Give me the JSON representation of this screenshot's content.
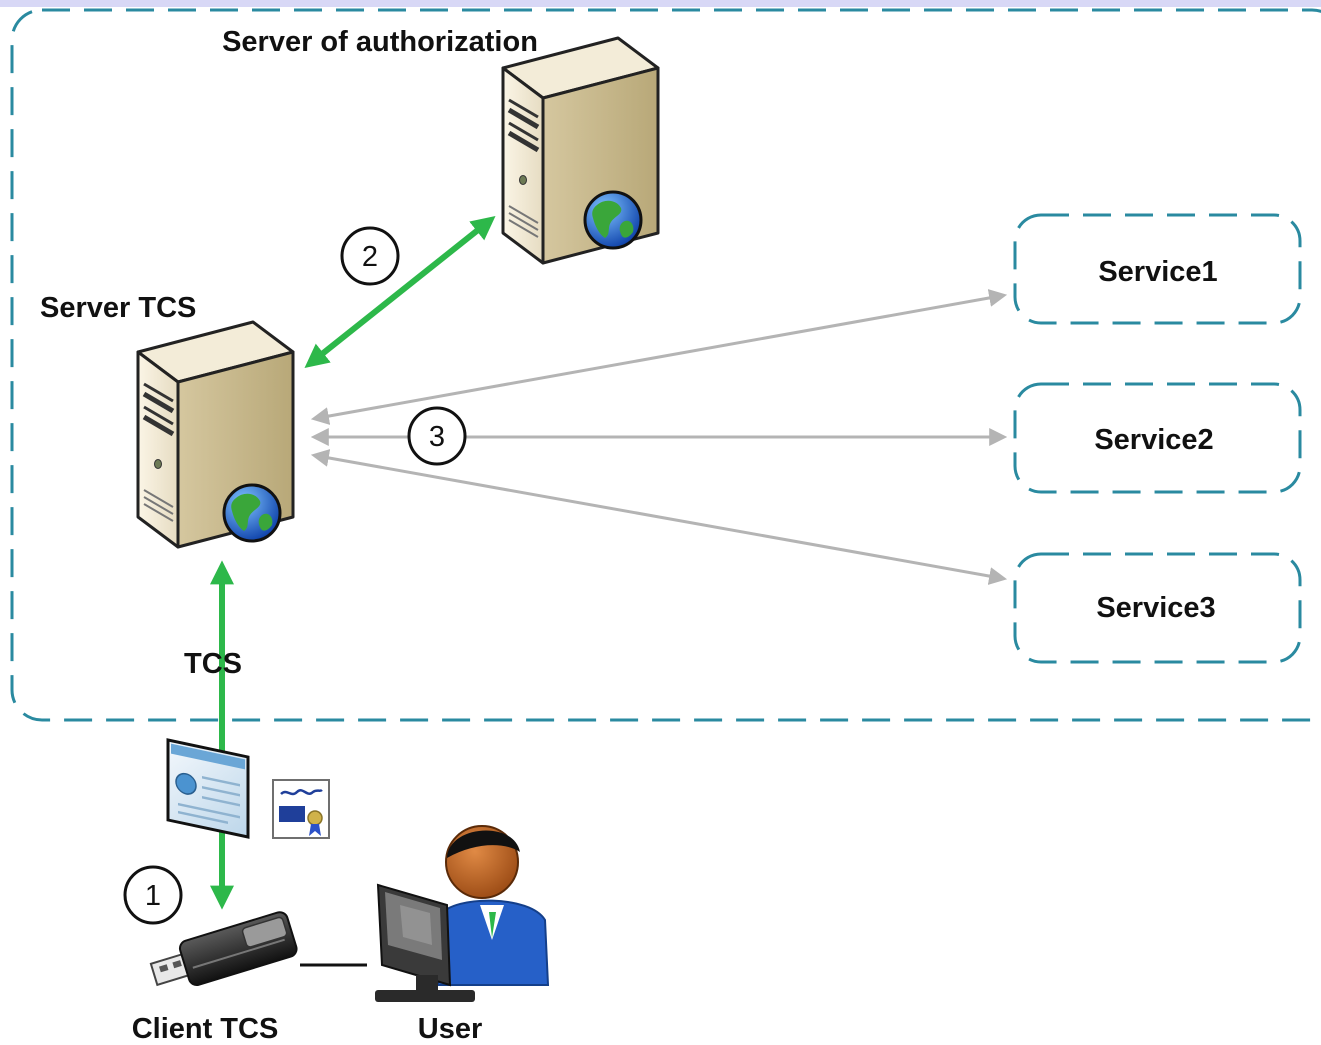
{
  "labels": {
    "auth_server": "Server of authorization",
    "tcs_server": "Server TCS",
    "tcs_link": "TCS",
    "client": "Client TCS",
    "user": "User"
  },
  "services": [
    {
      "label": "Service1"
    },
    {
      "label": "Service2"
    },
    {
      "label": "Service3"
    }
  ],
  "steps": [
    "1",
    "2",
    "3"
  ],
  "colors": {
    "boundary": "#2a8aa0",
    "secure_link": "#2db84a",
    "service_link": "#b4b4b4",
    "top_band": "#d8d8f6"
  },
  "icons": {
    "auth_server": "tower-server-icon",
    "tcs_server": "tower-server-icon",
    "globe": "globe-icon",
    "document": "document-icon",
    "certificate": "certificate-icon",
    "client": "usb-token-icon",
    "user": "user-at-computer-icon"
  }
}
